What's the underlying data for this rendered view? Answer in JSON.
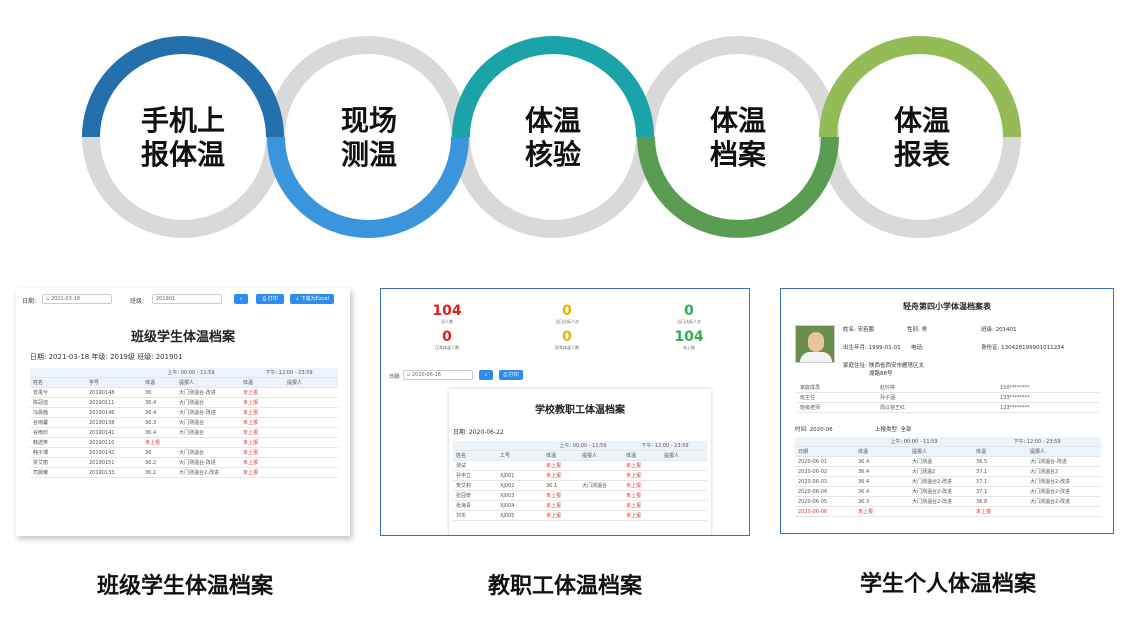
{
  "flow": {
    "steps": [
      {
        "line1": "手机上",
        "line2": "报体温",
        "color": "#2470ad"
      },
      {
        "line1": "现场",
        "line2": "测温",
        "color": "#3a95dd"
      },
      {
        "line1": "体温",
        "line2": "核验",
        "color": "#1aa3a8"
      },
      {
        "line1": "体温",
        "line2": "档案",
        "color": "#5a9c52"
      },
      {
        "line1": "体温",
        "line2": "报表",
        "color": "#93bb56"
      }
    ],
    "track_color": "#d9d9d9"
  },
  "cards": {
    "class_archive": {
      "date_label": "日期:",
      "date_value": "2021-03-18",
      "class_label": "班级:",
      "class_value": "201901",
      "print_label": "打印",
      "export_label": "下载为Excel",
      "title": "班级学生体温档案",
      "meta": "日期: 2021-03-18    年级: 2019级    班级: 201901",
      "am_header": "上午: 00:00 - 11:59",
      "pm_header": "下午: 12:00 - 23:59",
      "columns": [
        "姓名",
        "学号",
        "体温",
        "提报人",
        "体温",
        "提报人"
      ],
      "rows": [
        [
          "安禹兮",
          "20190148",
          "36",
          "大门测温台-改进",
          "未上报",
          ""
        ],
        [
          "陈冠迪",
          "20190111",
          "36.4",
          "大门测温台",
          "未上报",
          ""
        ],
        [
          "冯晨茜",
          "20190146",
          "36.4",
          "大门测温台-改进",
          "未上报",
          ""
        ],
        [
          "谷雨馨",
          "20190138",
          "36.3",
          "大门测温台",
          "未上报",
          ""
        ],
        [
          "谷雨欣",
          "20190141",
          "36.4",
          "大门测温台",
          "未上报",
          ""
        ],
        [
          "韩选笑",
          "20190110",
          "未上报",
          "",
          "未上报",
          ""
        ],
        [
          "韩子博",
          "20190142",
          "36",
          "大门测温台",
          "未上报",
          ""
        ],
        [
          "贾艾丽",
          "20190151",
          "36.2",
          "大门测温台-改进",
          "未上报",
          ""
        ],
        [
          "司晨曦",
          "20190133",
          "36.1",
          "大门测温台2-改进",
          "未上报",
          ""
        ]
      ],
      "caption": "班级学生体温档案"
    },
    "staff_archive": {
      "stats": [
        {
          "num": "104",
          "label": "总人数",
          "color": "#e02020"
        },
        {
          "num": "0",
          "label": "当日达标人次",
          "color": "#e0b800"
        },
        {
          "num": "0",
          "label": "当日达标人次",
          "color": "#32b050"
        },
        {
          "num": "0",
          "label": "正常体温人数",
          "color": "#e02020"
        },
        {
          "num": "0",
          "label": "异常体温人数",
          "color": "#e0b800"
        },
        {
          "num": "104",
          "label": "未上报",
          "color": "#32b050"
        }
      ],
      "date_label": "日期:",
      "date_value": "2020-06-16",
      "print_label": "打印",
      "title": "学校教职工体温档案",
      "date_line": "日期: 2020-06-22",
      "am_header": "上午: 00:00 - 11:59",
      "pm_header": "下午: 12:00 - 23:59",
      "columns": [
        "姓名",
        "工号",
        "体温",
        "提报人",
        "体温",
        "提报人"
      ],
      "rows": [
        [
          "测试",
          "",
          "未上报",
          "",
          "未上报",
          ""
        ],
        [
          "孙丰立",
          "XJ001",
          "未上报",
          "",
          "未上报",
          ""
        ],
        [
          "贺艾莉",
          "XJ002",
          "36.1",
          "大门测温台",
          "未上报",
          ""
        ],
        [
          "张冠奇",
          "XJ003",
          "未上报",
          "",
          "未上报",
          ""
        ],
        [
          "张海青",
          "XJ004",
          "未上报",
          "",
          "未上报",
          ""
        ],
        [
          "刘冬",
          "XJ005",
          "未上报",
          "",
          "未上报",
          ""
        ]
      ],
      "caption": "教职工体温档案"
    },
    "student_archive": {
      "title": "轻舟第四小学体温档案表",
      "name": "姓名: 安若鹏",
      "gender": "性别: 男",
      "class": "班级: 201401",
      "birth": "出生年月: 1999-01-01",
      "phone": "电话:",
      "id_card": "身份证: 130428199901011234",
      "address_label": "家庭住址:",
      "address_value": "陕西省西安市雁塔区太湖路88号",
      "contacts": [
        {
          "role": "家庭成员",
          "name": "赵玲婷",
          "phone": "150********"
        },
        {
          "role": "班主任",
          "name": "孙子涵",
          "phone": "133********"
        },
        {
          "role": "班级老师",
          "name": "周以铭王红",
          "phone": "123********"
        }
      ],
      "time_label": "时间: 2020-06",
      "type_label": "上报类型: 全部",
      "am_header": "上午: 00:00 - 11:59",
      "pm_header": "下午: 12:00 - 23:59",
      "columns": [
        "日期",
        "体温",
        "提报人",
        "体温",
        "提报人"
      ],
      "rows": [
        [
          "2020-06-01",
          "36.4",
          "大门测温",
          "36.5",
          "大门测温台-改进"
        ],
        [
          "2020-06-02",
          "36.4",
          "大门测温2",
          "37.1",
          "大门测温台2"
        ],
        [
          "2020-06-03",
          "36.4",
          "大门测温台2-改进",
          "37.1",
          "大门测温台2-改进"
        ],
        [
          "2020-06-04",
          "36.4",
          "大门测温台2-改进",
          "37.1",
          "大门测温台2-改进"
        ],
        [
          "2020-06-05",
          "36.3",
          "大门测温台2-改进",
          "36.8",
          "大门测温台2-改进"
        ],
        [
          "2020-06-06",
          "未上报",
          "",
          "未上报",
          ""
        ]
      ],
      "caption": "学生个人体温档案"
    }
  }
}
